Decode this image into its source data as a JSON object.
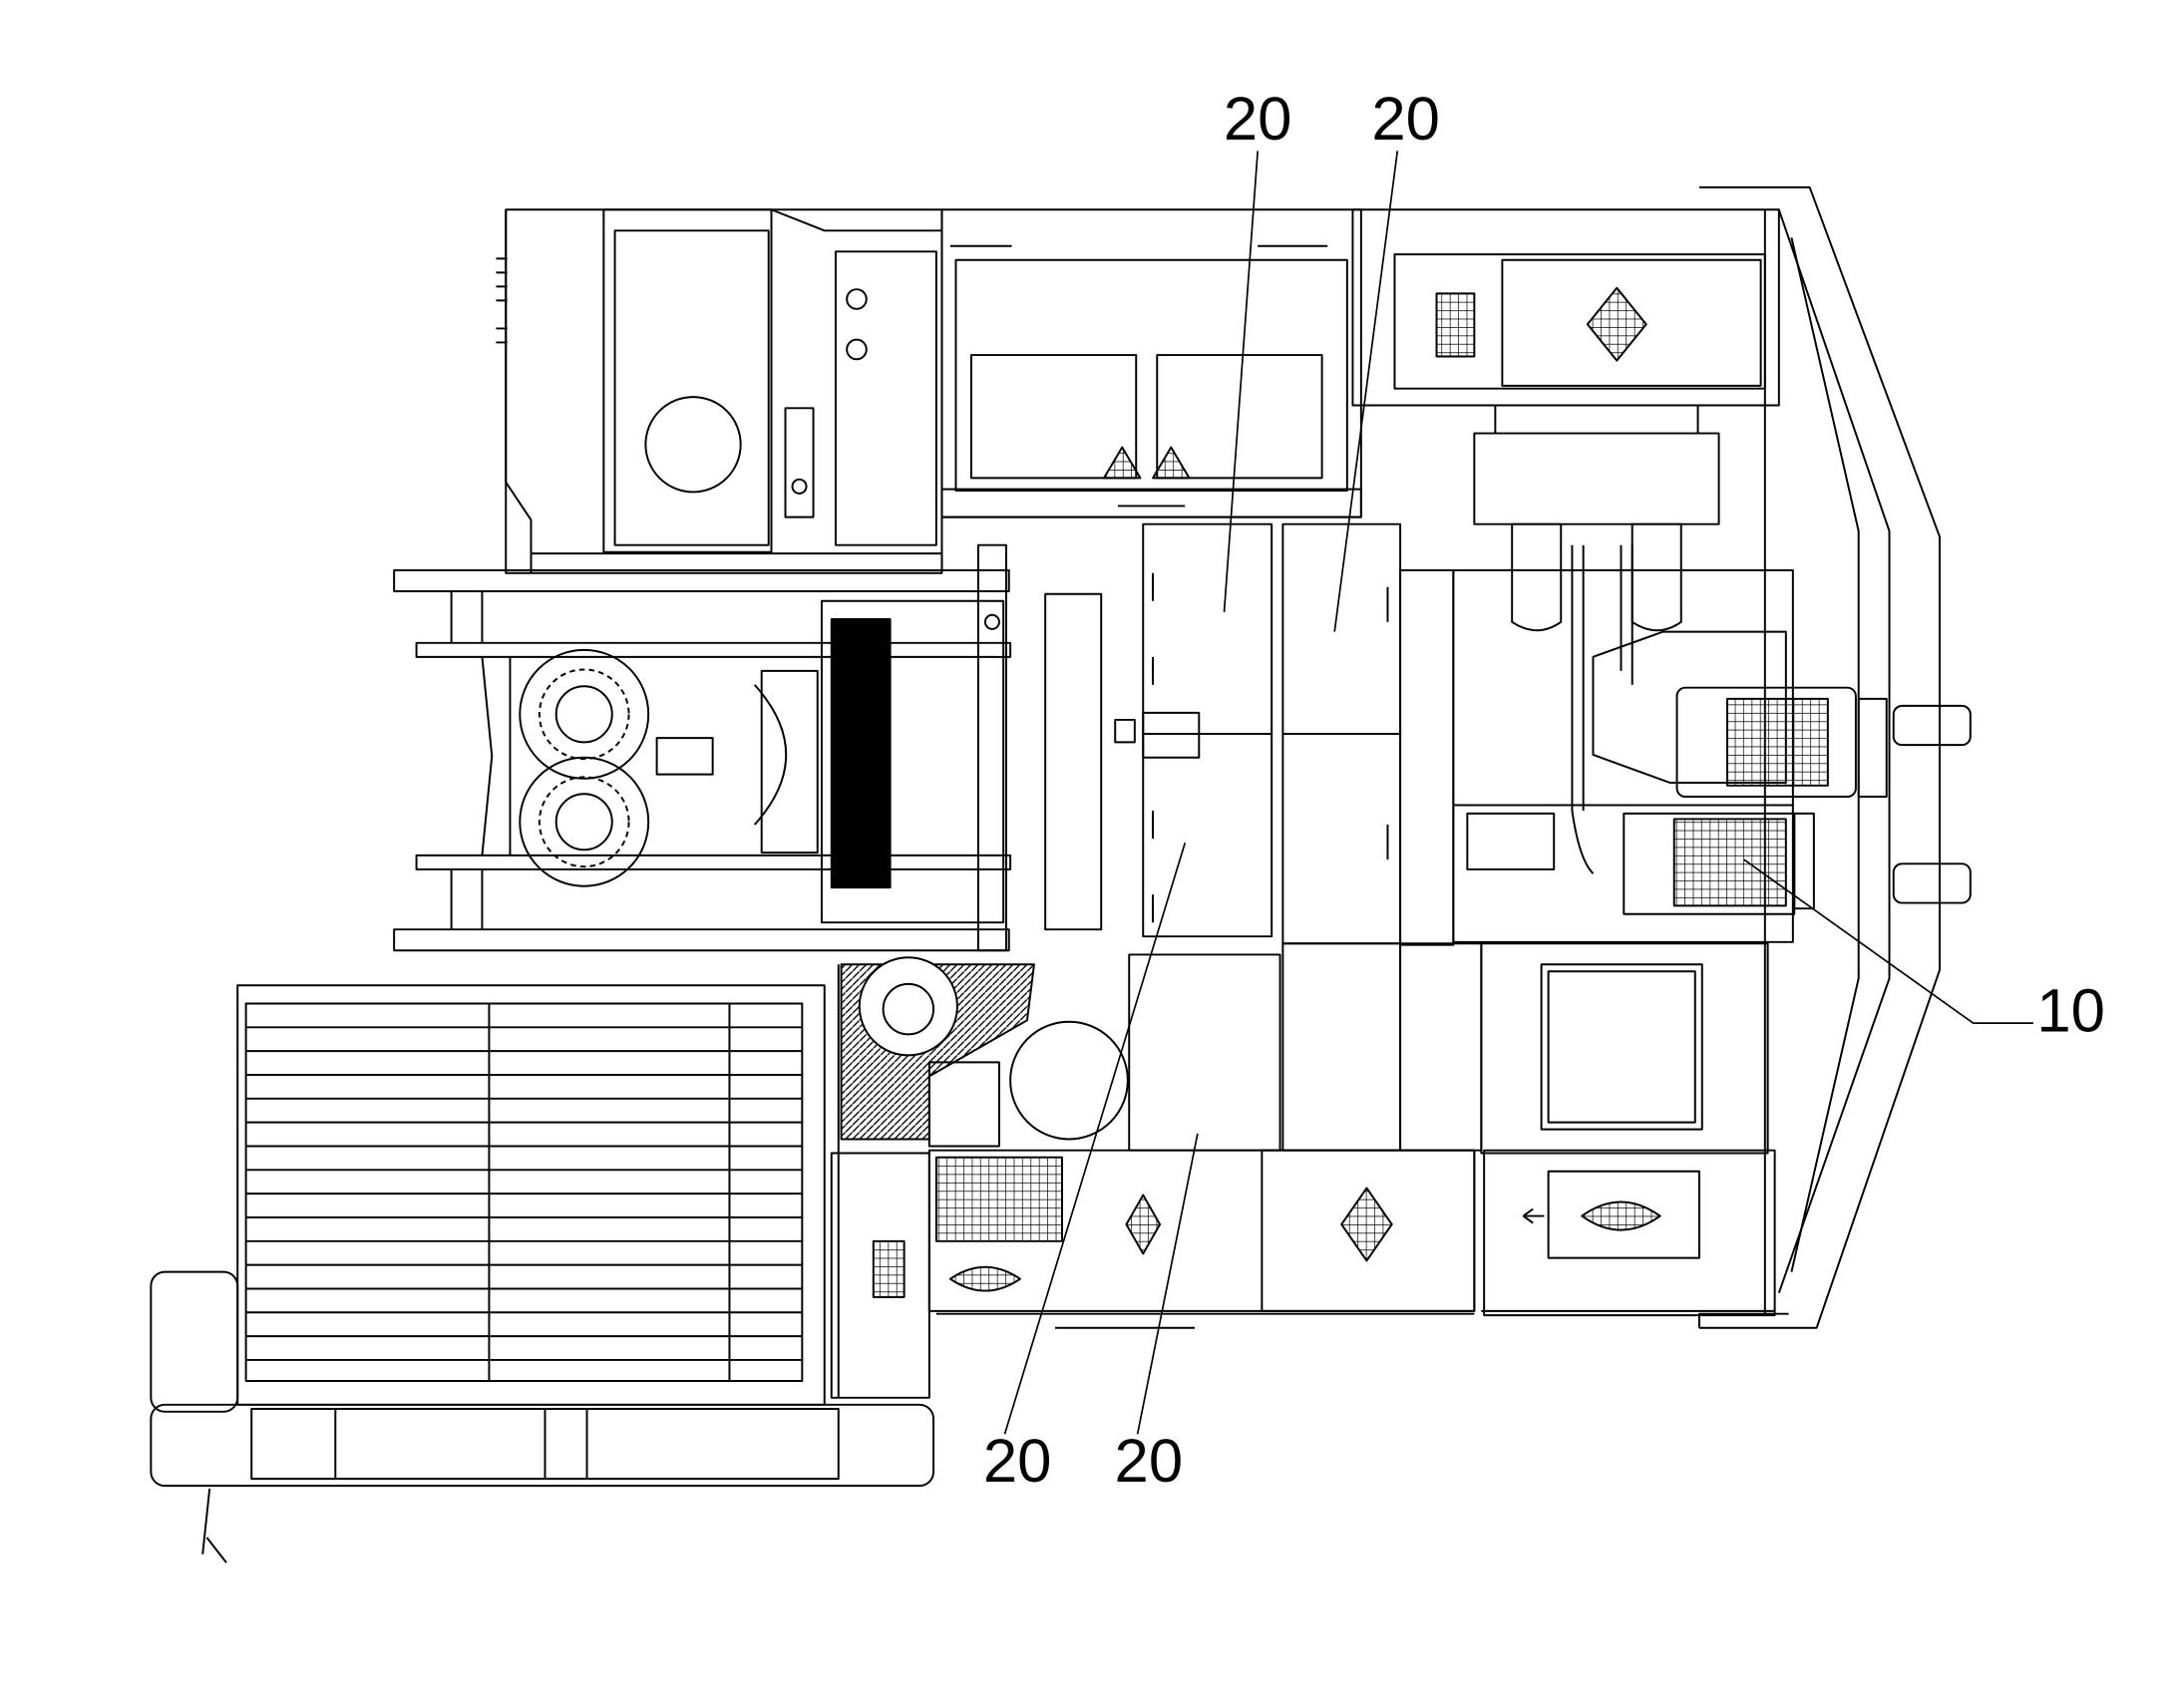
{
  "labels": {
    "ref_top_a": "20",
    "ref_top_b": "20",
    "ref_bottom_a": "20",
    "ref_bottom_b": "20",
    "ref_right": "10"
  },
  "colors": {
    "stroke": "#000000",
    "background": "#ffffff"
  }
}
